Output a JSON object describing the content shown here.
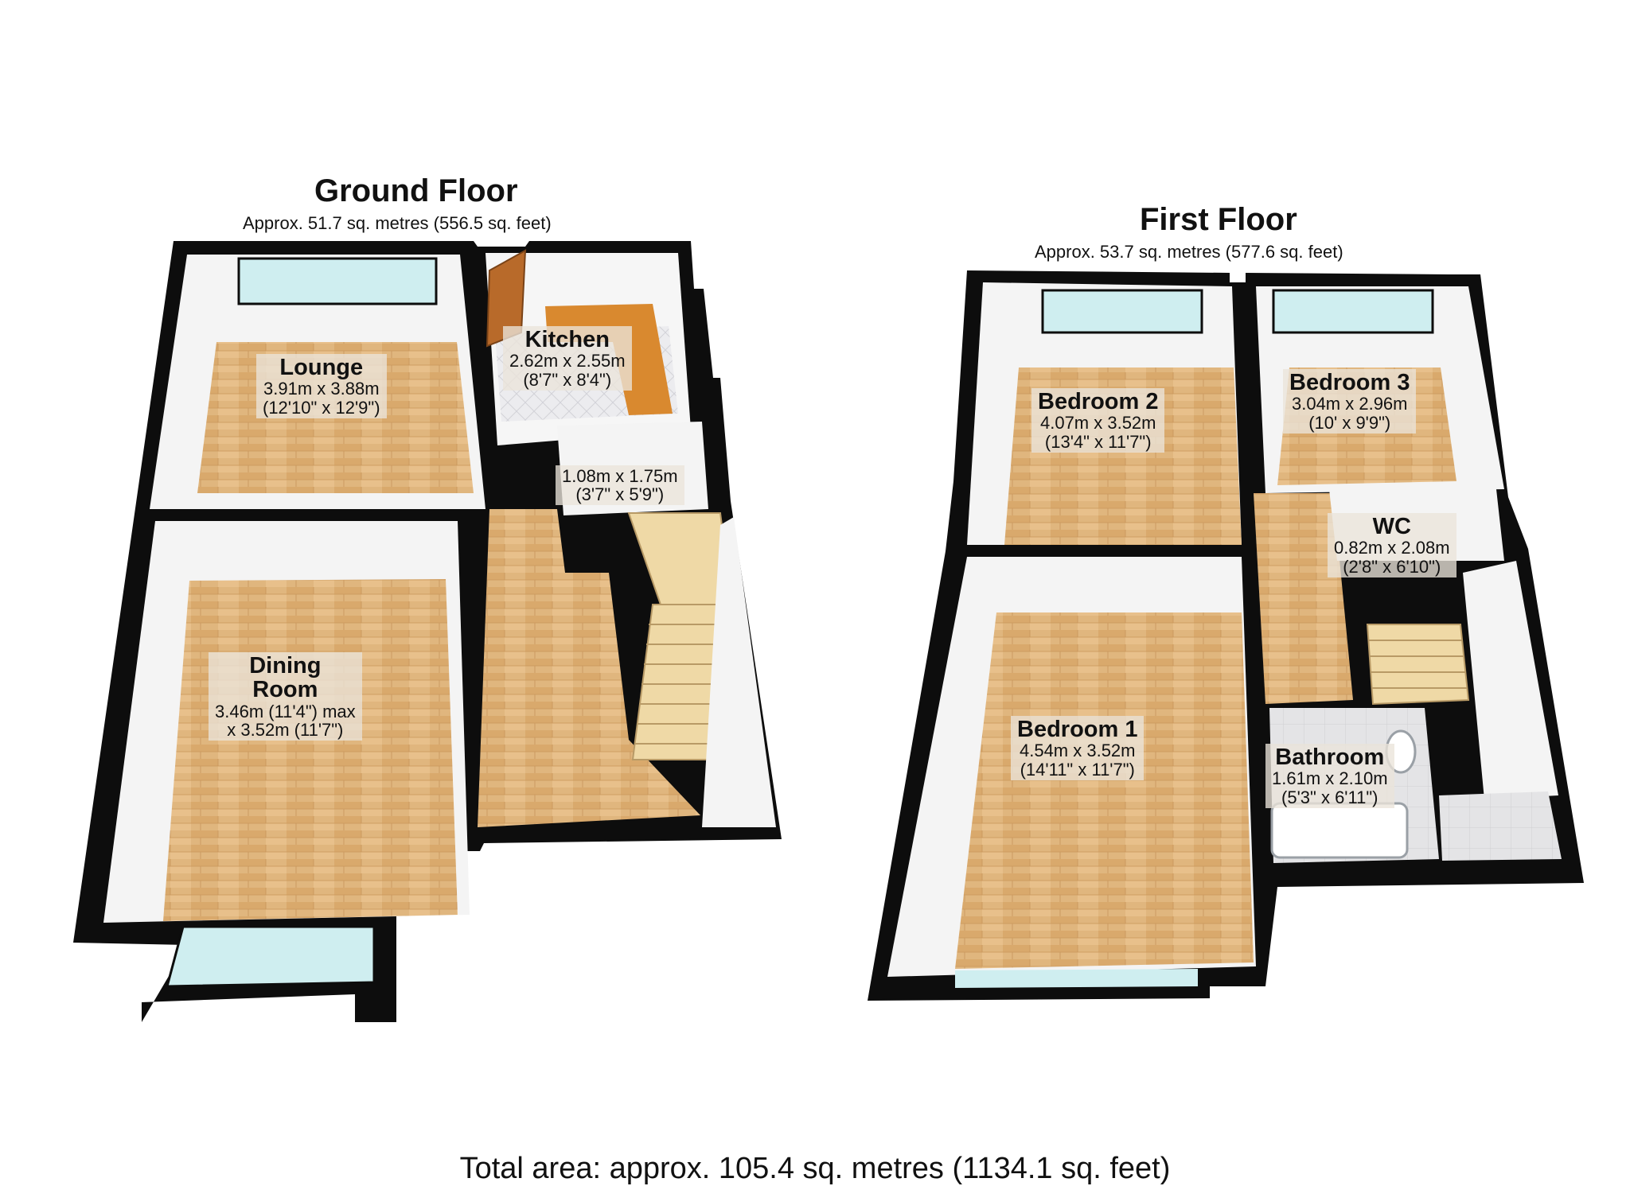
{
  "ground_floor": {
    "title": "Ground Floor",
    "area": "Approx. 51.7 sq. metres (556.5 sq. feet)",
    "rooms": {
      "lounge": {
        "name": "Lounge",
        "size_m": "3.91m x 3.88m",
        "size_ft": "(12'10\" x 12'9\")"
      },
      "kitchen": {
        "name": "Kitchen",
        "size_m": "2.62m x 2.55m",
        "size_ft": "(8'7\" x 8'4\")"
      },
      "store": {
        "size_m": "1.08m x 1.75m",
        "size_ft": "(3'7\" x 5'9\")"
      },
      "dining": {
        "name_line1": "Dining",
        "name_line2": "Room",
        "size_line1": "3.46m (11'4\") max",
        "size_line2": "x 3.52m (11'7\")"
      }
    }
  },
  "first_floor": {
    "title": "First Floor",
    "area": "Approx. 53.7 sq. metres (577.6 sq. feet)",
    "rooms": {
      "bedroom2": {
        "name": "Bedroom 2",
        "size_m": "4.07m x 3.52m",
        "size_ft": "(13'4\" x 11'7\")"
      },
      "bedroom3": {
        "name": "Bedroom 3",
        "size_m": "3.04m x 2.96m",
        "size_ft": "(10' x 9'9\")"
      },
      "wc": {
        "name": "WC",
        "size_m": "0.82m x 2.08m",
        "size_ft": "(2'8\" x 6'10\")"
      },
      "bedroom1": {
        "name": "Bedroom 1",
        "size_m": "4.54m x 3.52m",
        "size_ft": "(14'11\" x 11'7\")"
      },
      "bathroom": {
        "name": "Bathroom",
        "size_m": "1.61m x 2.10m",
        "size_ft": "(5'3\" x 6'11\")"
      }
    }
  },
  "total_area": "Total area: approx. 105.4 sq. metres (1134.1 sq. feet)",
  "colors": {
    "wall": "#0d0d0d",
    "wall_inner": "#f4f4f4",
    "wood_floor": "#e0b67e",
    "wood_floor_dark": "#c9955a",
    "kitchen_worktop": "#d9892f",
    "kitchen_tile": "#e9e9ec",
    "window_glass": "#cfeef0",
    "stairs": "#efd9a6",
    "door": "#b86a2a"
  }
}
